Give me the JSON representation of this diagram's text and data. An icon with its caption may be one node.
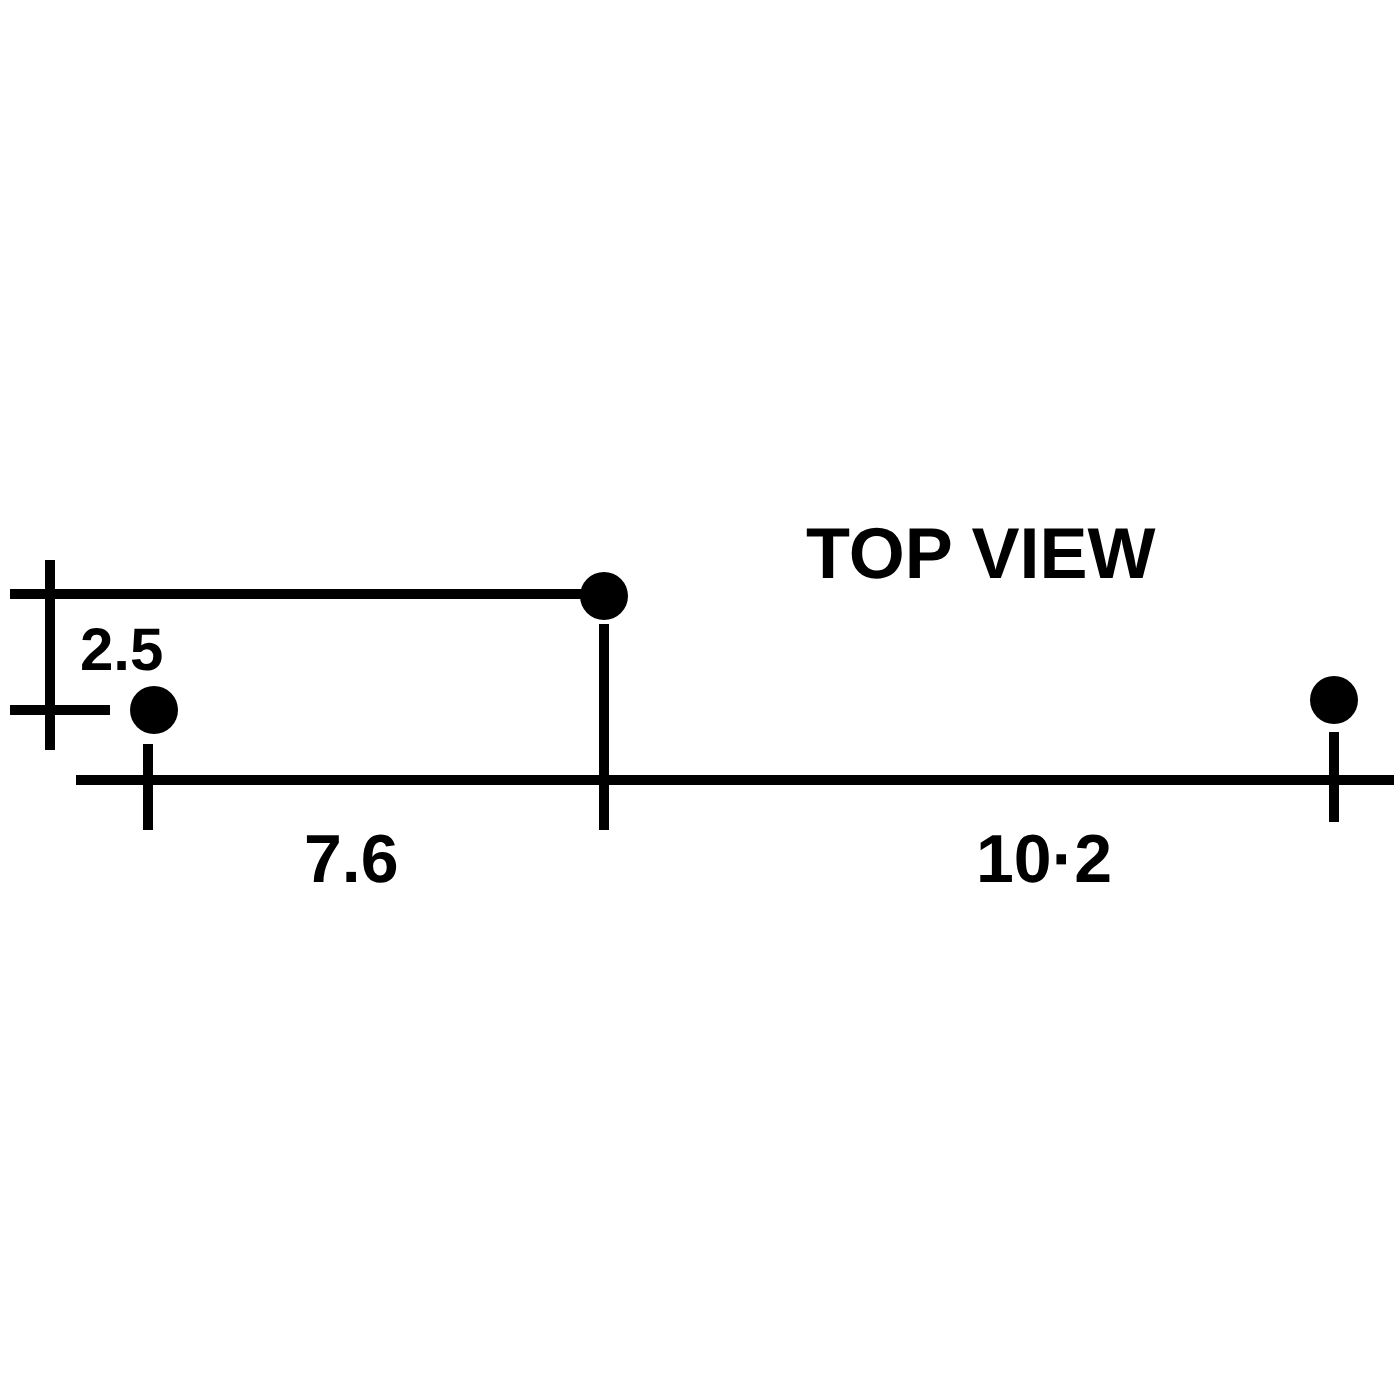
{
  "diagram": {
    "title": "TOP VIEW",
    "nodes": [
      {
        "text": [],
        "shape": "circle"
      },
      {
        "text": [],
        "shape": "circle"
      },
      {
        "text": [],
        "shape": "circle"
      }
    ],
    "labels": [
      "2.5",
      "7.6",
      "10·2"
    ]
  }
}
